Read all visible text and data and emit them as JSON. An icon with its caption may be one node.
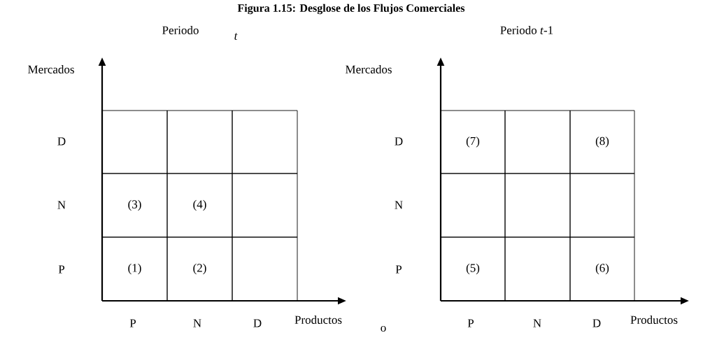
{
  "diagram": {
    "title": "Figura 1.15: Desglose de los Flujos Comerciales",
    "nodes": [
      {
        "text": [],
        "shape": "box"
      },
      {
        "text": [],
        "shape": "box"
      },
      {
        "text": [],
        "shape": "box"
      },
      {
        "text": [
          "(3)"
        ]
      },
      {
        "text": [
          "(4)"
        ]
      },
      {
        "text": [],
        "shape": "box"
      },
      {
        "text": [
          "(1)"
        ]
      },
      {
        "text": [
          "(2)"
        ]
      },
      {
        "text": [],
        "shape": "box"
      },
      {
        "text": [
          "(7)"
        ]
      },
      {
        "text": [],
        "shape": "box"
      },
      {
        "text": [
          "(8)"
        ]
      },
      {
        "text": [],
        "shape": "box"
      },
      {
        "text": [],
        "shape": "box"
      },
      {
        "text": [],
        "shape": "box"
      },
      {
        "text": [
          "(5)"
        ]
      },
      {
        "text": [],
        "shape": "box"
      },
      {
        "text": [
          "(6)"
        ]
      }
    ],
    "edges": [],
    "labels": [
      "Periodo",
      "t",
      "Mercados",
      "D",
      "N",
      "P",
      "P",
      "N",
      "D",
      "Productos",
      "o",
      "Periodo *t*-1",
      "Mercados",
      "D",
      "N",
      "P",
      "P",
      "N",
      "D",
      "Productos"
    ]
  }
}
